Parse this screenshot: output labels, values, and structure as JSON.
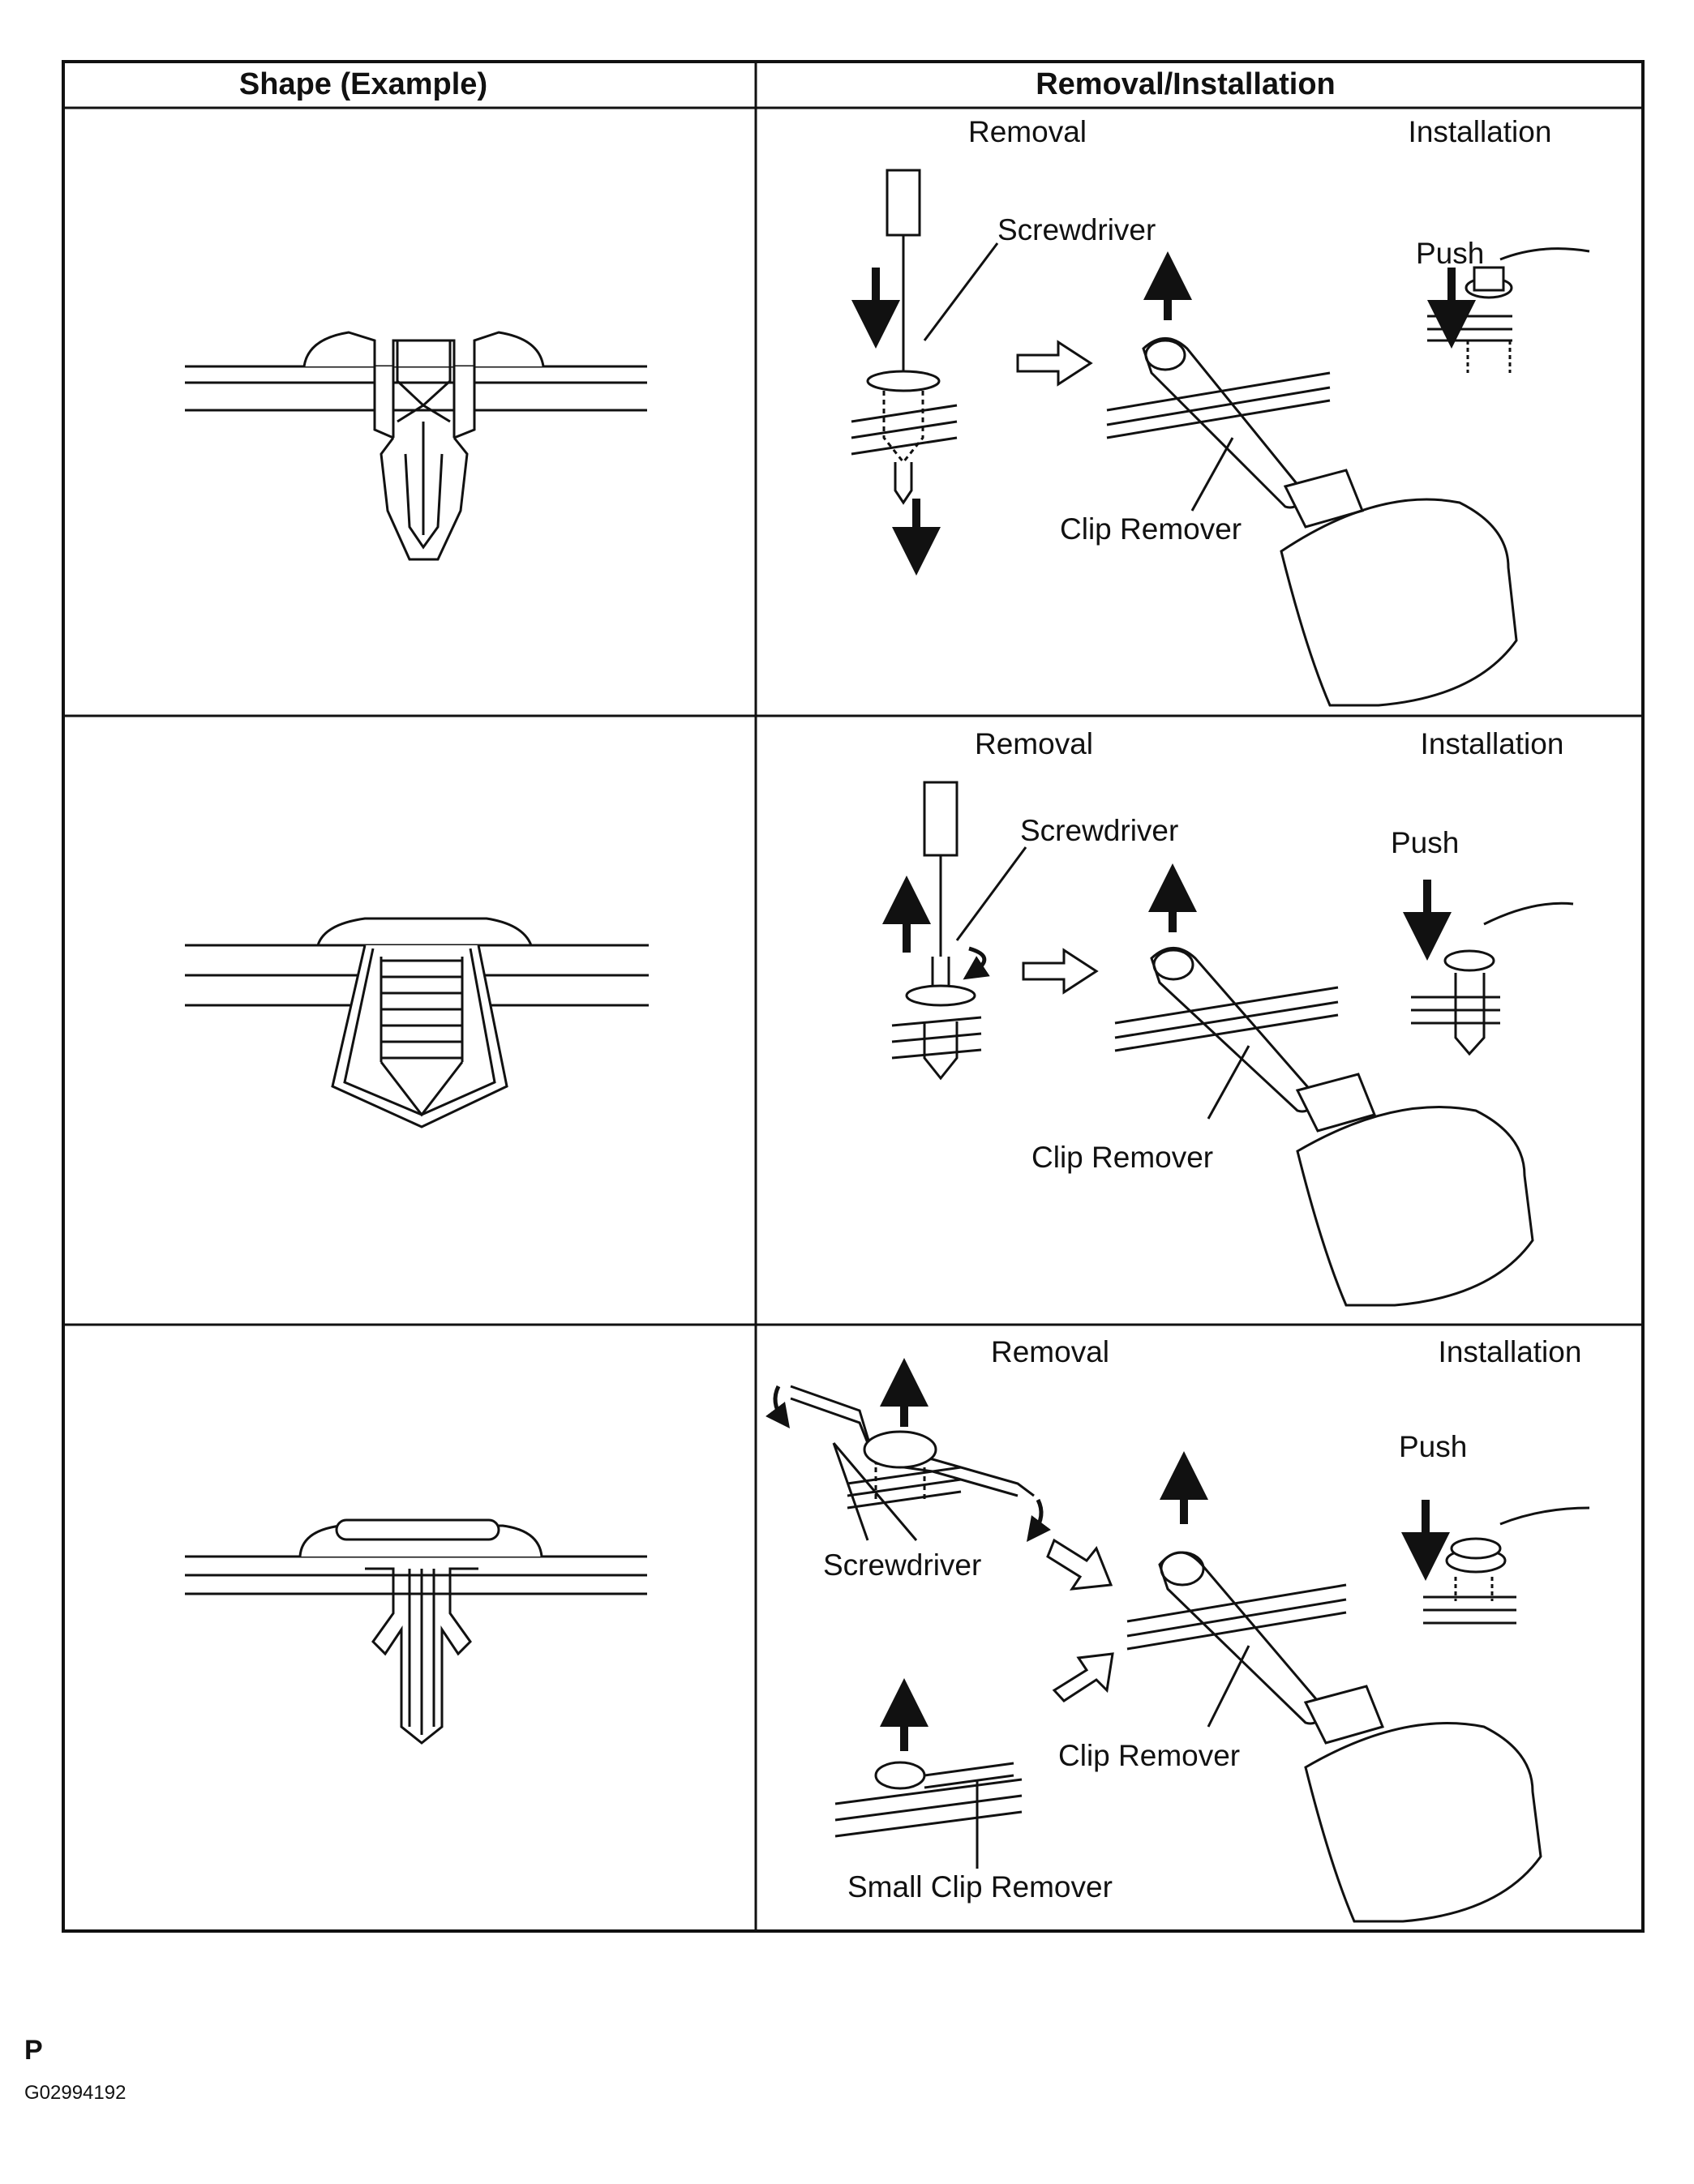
{
  "table": {
    "headers": [
      "Shape (Example)",
      "Removal/Installation"
    ],
    "rows": [
      {
        "removal": "Removal",
        "installation": "Installation",
        "screwdriver": "Screwdriver",
        "clip_remover": "Clip Remover",
        "push": "Push"
      },
      {
        "removal": "Removal",
        "installation": "Installation",
        "screwdriver": "Screwdriver",
        "clip_remover": "Clip Remover",
        "push": "Push"
      },
      {
        "removal": "Removal",
        "installation": "Installation",
        "screwdriver": "Screwdriver",
        "clip_remover": "Clip Remover",
        "small_clip_remover": "Small Clip Remover",
        "push": "Push"
      }
    ]
  },
  "footer": {
    "letter": "P",
    "figure_id": "G02994192"
  }
}
